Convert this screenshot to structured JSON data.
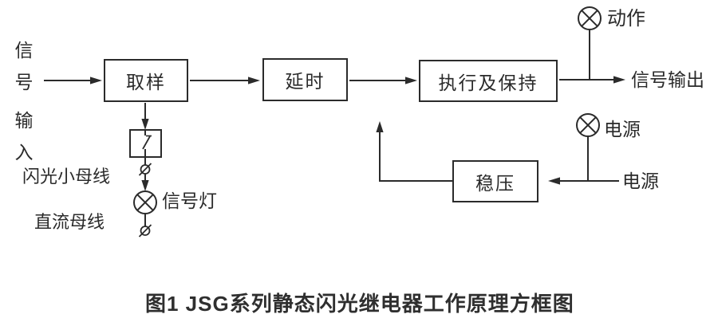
{
  "figure": {
    "caption": "图1 JSG系列静态闪光继电器工作原理方框图",
    "colors": {
      "line": "#2b2b2b",
      "text": "#2a2a2a",
      "background": "#ffffff"
    },
    "blocks": {
      "sampling": {
        "label": "取样"
      },
      "delay": {
        "label": "延时"
      },
      "execute_hold": {
        "label": "执行及保持"
      },
      "regulator": {
        "label": "稳压"
      }
    },
    "labels": {
      "signal_input_chars": [
        "信",
        "号",
        "输",
        "入"
      ],
      "flash_bus": "闪光小母线",
      "dc_bus": "直流母线",
      "signal_lamp": "信号灯",
      "action_lamp": "动作",
      "power_lamp": "电源",
      "power_source": "电源",
      "signal_output": "信号输出"
    },
    "symbols": {
      "lamp": "circle-x-lamp-icon",
      "terminal": "slashed-circle-terminal-icon",
      "contact": "normally-open-contact-icon"
    }
  }
}
